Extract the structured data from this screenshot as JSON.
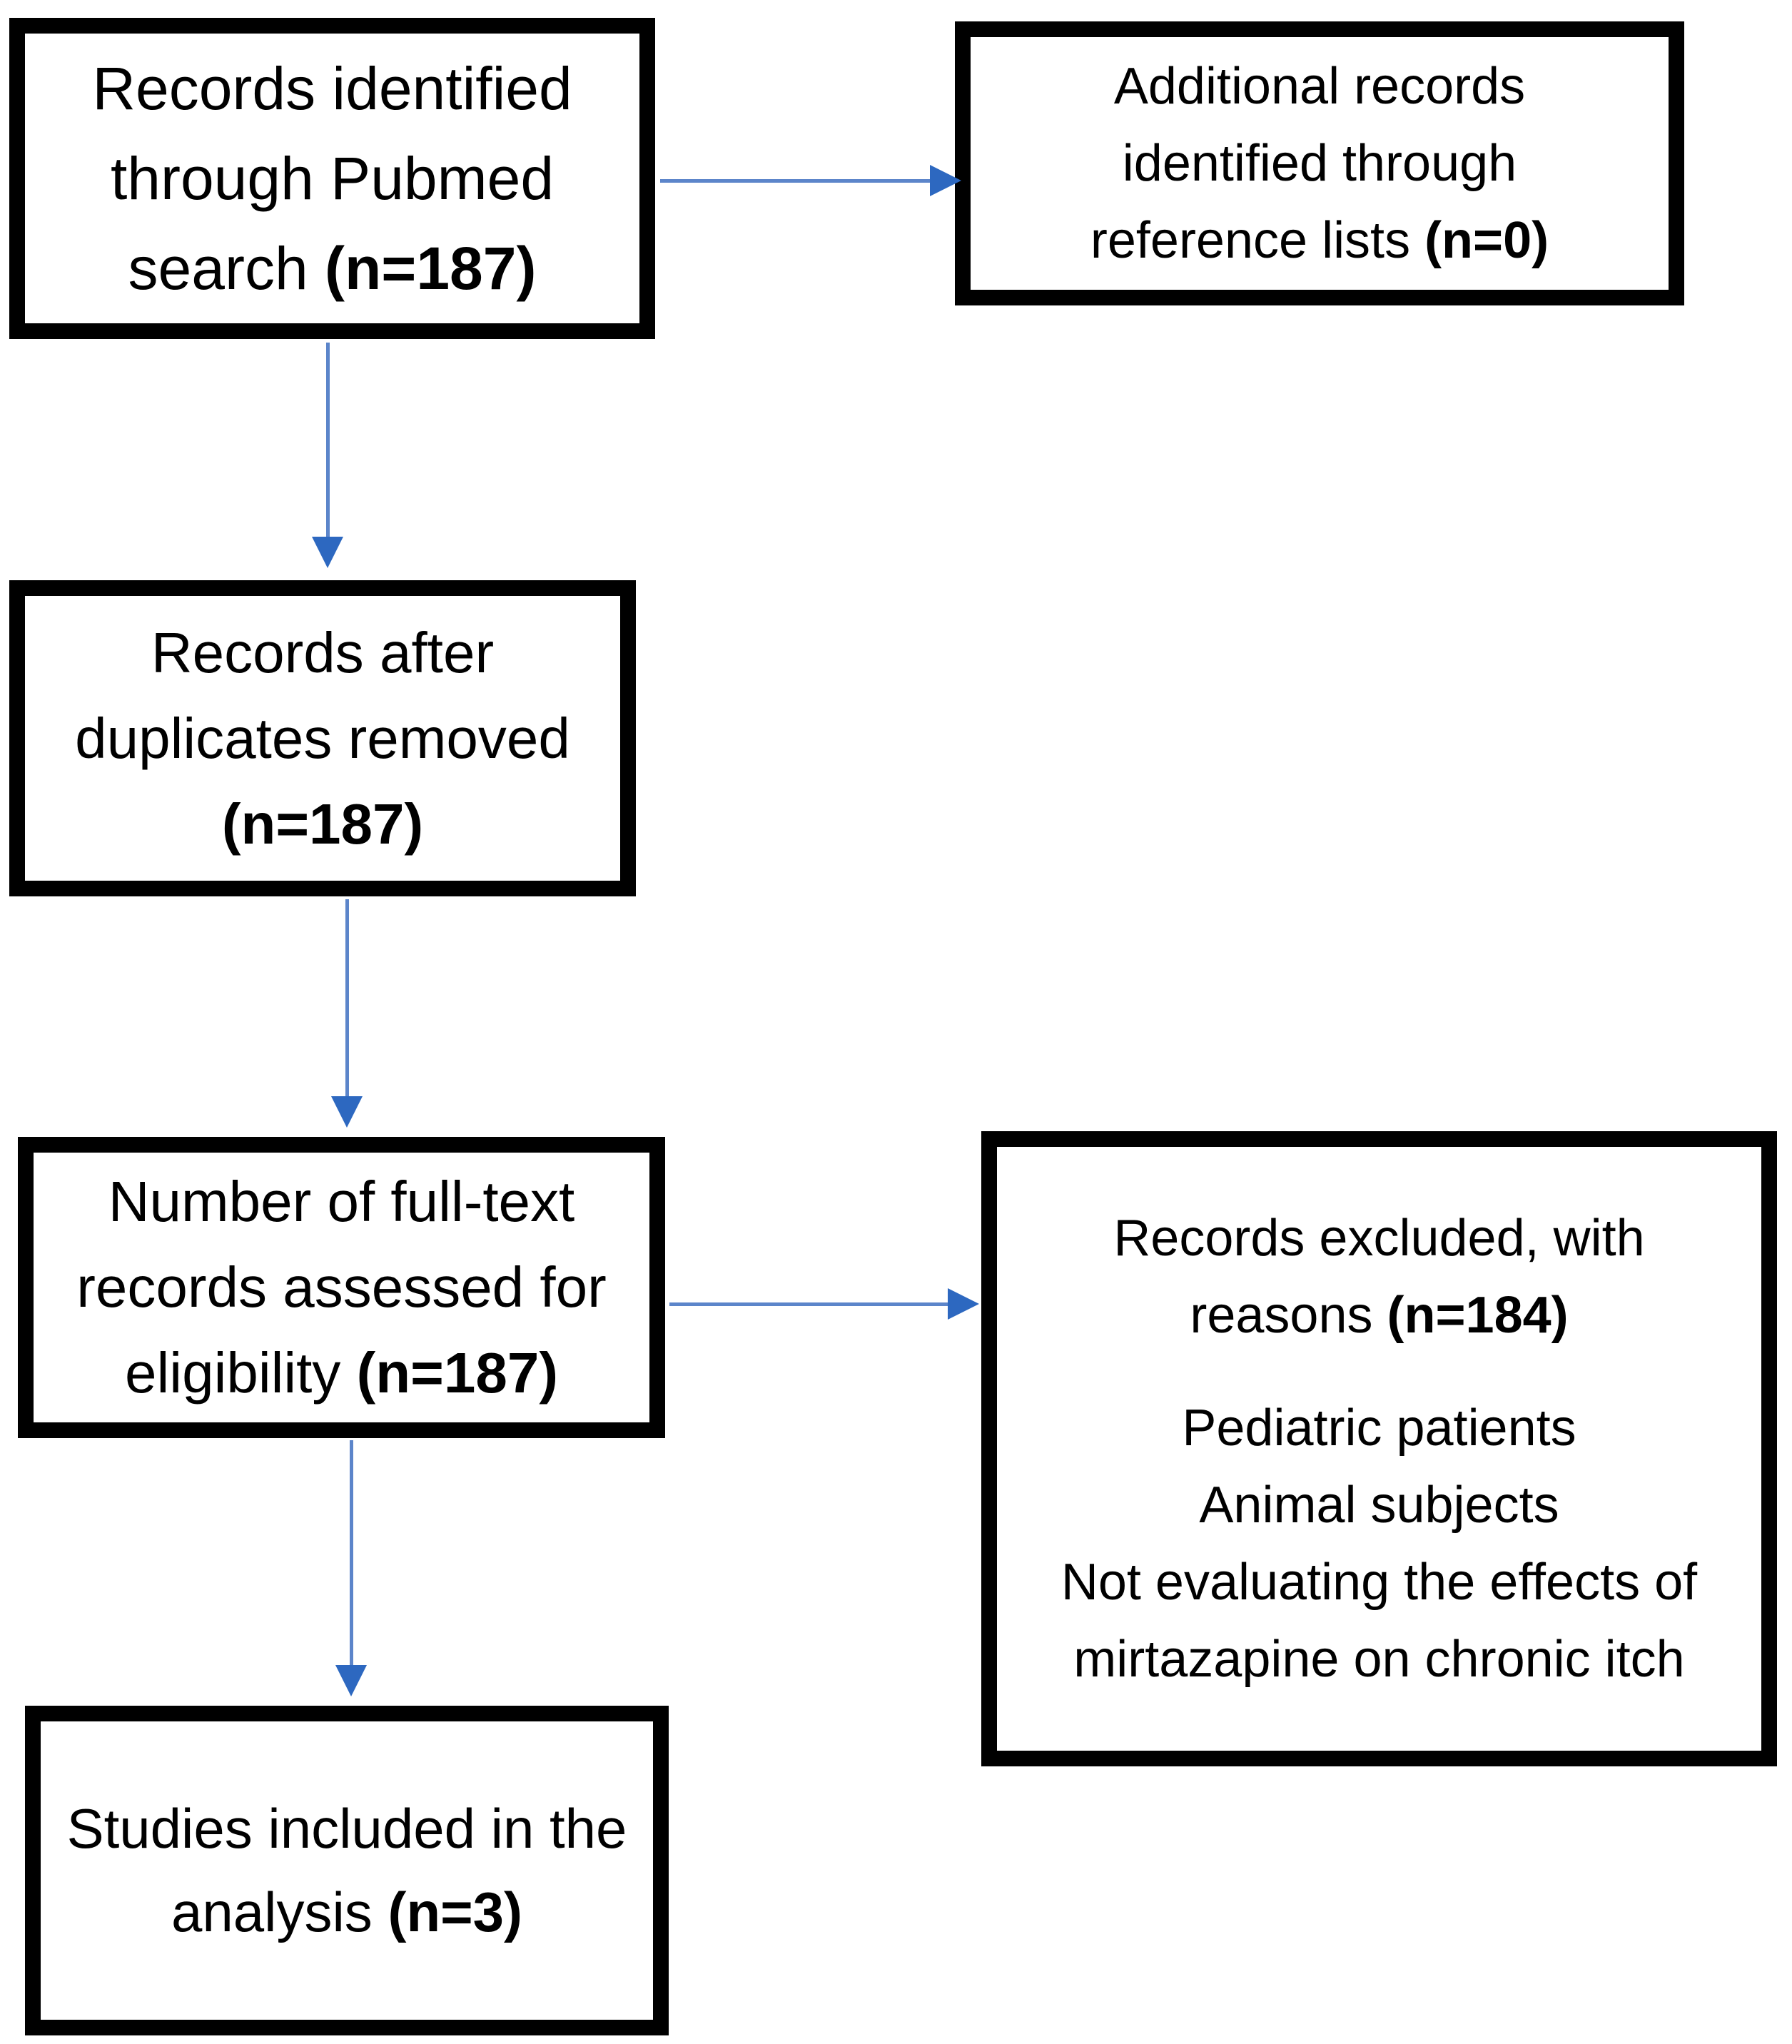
{
  "figure": {
    "kind": "prisma-style-flow-diagram",
    "background_color": "#ffffff"
  },
  "colors": {
    "box_border": "#000000",
    "text": "#000000",
    "arrow_shaft": "#5c85ca",
    "arrow_head": "#2d68c0"
  },
  "boxes": {
    "pubmed": {
      "line1": "Records identified",
      "line2": "through Pubmed",
      "line3_pre": "search ",
      "line3_bold": "(n=187)"
    },
    "additional": {
      "line1": "Additional records",
      "line2": "identified through",
      "line3_pre": "reference lists ",
      "line3_bold": "(n=0)"
    },
    "duplicates": {
      "line1": "Records after",
      "line2": "duplicates removed",
      "line3_bold": "(n=187)"
    },
    "fulltext": {
      "line1": "Number of full-text",
      "line2": "records assessed for",
      "line3_pre": "eligibility ",
      "line3_bold": "(n=187)"
    },
    "excluded": {
      "line1": "Records excluded, with",
      "line2_pre": "reasons ",
      "line2_bold": "(n=184)",
      "reason1": "Pediatric patients",
      "reason2": "Animal subjects",
      "reason3_line1": "Not evaluating the effects of",
      "reason3_line2": "mirtazapine on chronic itch"
    },
    "included": {
      "line1": "Studies included in the",
      "line2_pre": "analysis ",
      "line2_bold": "(n=3)"
    }
  }
}
